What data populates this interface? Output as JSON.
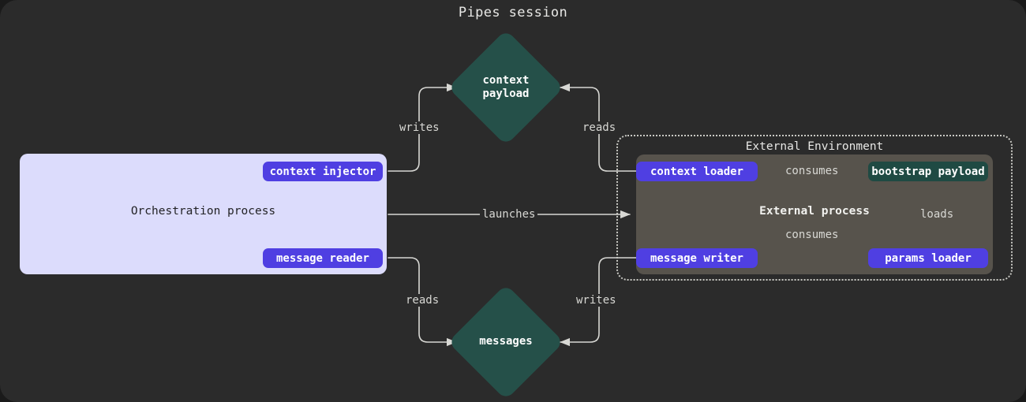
{
  "diagram": {
    "title": "Pipes session",
    "background": "#2b2b2b"
  },
  "orchestration": {
    "label": "Orchestration process",
    "background": "#dcdcfc",
    "nodes": [
      {
        "id": "context-injector",
        "label": "context injector",
        "color": "#4f3fe2"
      },
      {
        "id": "message-reader",
        "label": "message reader",
        "color": "#4f3fe2"
      }
    ]
  },
  "external_environment": {
    "label": "External Environment",
    "border_style": "dotted",
    "process": {
      "label": "External process",
      "background": "#57534c",
      "nodes": [
        {
          "id": "context-loader",
          "label": "context loader",
          "color": "#4f3fe2"
        },
        {
          "id": "bootstrap-payload",
          "label": "bootstrap payload",
          "color": "#1f4a43"
        },
        {
          "id": "message-writer",
          "label": "message writer",
          "color": "#4f3fe2"
        },
        {
          "id": "params-loader",
          "label": "params loader",
          "color": "#4f3fe2"
        }
      ]
    }
  },
  "stores": [
    {
      "id": "context-payload",
      "line1": "context",
      "line2": "payload",
      "color": "#255049"
    },
    {
      "id": "messages",
      "line1": "messages",
      "line2": "",
      "color": "#255049"
    }
  ],
  "edges": [
    {
      "id": "injector-writes-context",
      "label": "writes",
      "from": "context-injector",
      "to": "context-payload"
    },
    {
      "id": "loader-reads-context",
      "label": "reads",
      "from": "context-loader",
      "to": "context-payload"
    },
    {
      "id": "orch-launches-external",
      "label": "launches",
      "from": "orchestration",
      "to": "external-process"
    },
    {
      "id": "reader-reads-messages",
      "label": "reads",
      "from": "message-reader",
      "to": "messages"
    },
    {
      "id": "writer-writes-messages",
      "label": "writes",
      "from": "message-writer",
      "to": "messages"
    },
    {
      "id": "loader-consumes-bootstrap",
      "label": "consumes",
      "from": "context-loader",
      "to": "bootstrap-payload"
    },
    {
      "id": "writer-consumes-bootstrap",
      "label": "consumes",
      "from": "message-writer",
      "to": "bootstrap-payload"
    },
    {
      "id": "params-loads-bootstrap",
      "label": "loads",
      "from": "params-loader",
      "to": "bootstrap-payload"
    }
  ]
}
